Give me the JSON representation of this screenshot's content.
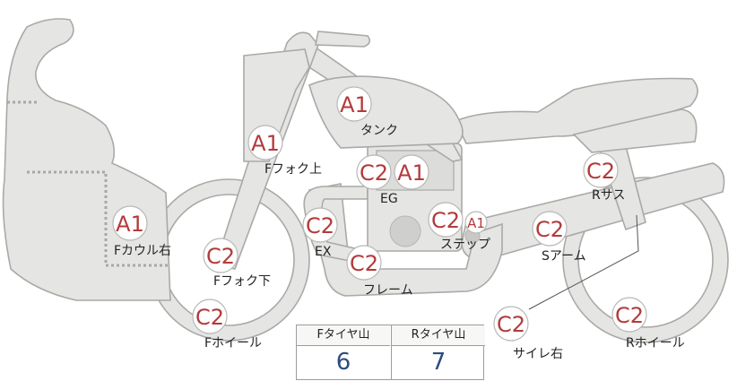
{
  "grades": {
    "tank": "A1",
    "front_fork_upper": "A1",
    "engine_left": "C2",
    "engine_right": "A1",
    "front_cowl": "A1",
    "exhaust": "C2",
    "rear_suspension": "C2",
    "step_left": "C2",
    "step_right": "A1",
    "swing_arm": "C2",
    "front_fork_lower": "C2",
    "frame": "C2",
    "front_wheel": "C2",
    "silencer": "C2",
    "rear_wheel": "C2"
  },
  "labels": {
    "tank": "タンク",
    "front_fork_upper": "Fフォク上",
    "engine": "EG",
    "front_cowl": "Fカウル右",
    "exhaust": "EX",
    "rear_suspension": "Rサス",
    "step": "ステップ",
    "swing_arm": "Sアーム",
    "front_fork_lower": "Fフォク下",
    "frame": "フレーム",
    "front_wheel": "Fホイール",
    "silencer": "サイレ右",
    "rear_wheel": "Rホイール"
  },
  "tire_table": {
    "front_header": "Fタイヤ山",
    "rear_header": "Rタイヤ山",
    "front_value": "6",
    "rear_value": "7"
  }
}
